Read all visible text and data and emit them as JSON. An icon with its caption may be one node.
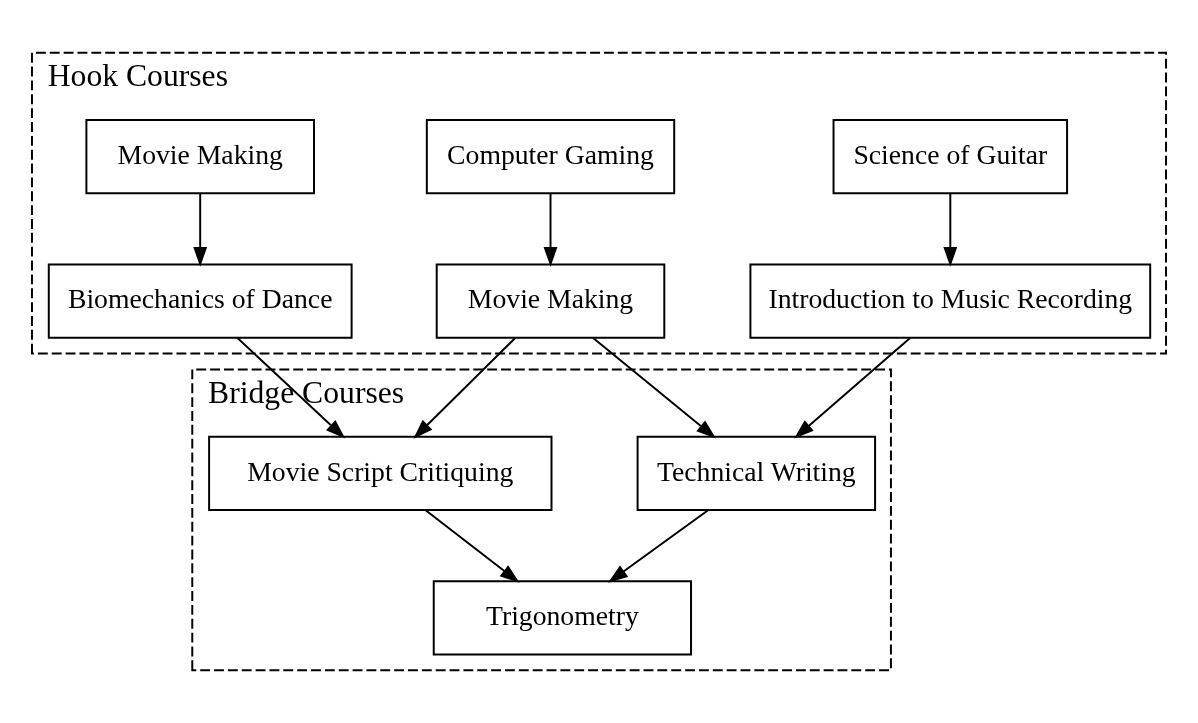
{
  "diagram": {
    "nodes": [
      {
        "text": [
          "Hook Courses"
        ]
      },
      {
        "text": [
          "Science of Guitar"
        ],
        "in": 0
      },
      {
        "text": [
          "Computer Gaming"
        ],
        "in": 0
      },
      {
        "text": [
          "Movie Making"
        ],
        "in": 0
      },
      {
        "text": [
          "Introduction to Music Recording"
        ],
        "in": 0
      },
      {
        "text": [
          "Movie Making"
        ],
        "in": 0
      },
      {
        "text": [
          "Biomechanics of Dance"
        ],
        "in": 0
      },
      {
        "text": [
          "Bridge Courses"
        ]
      },
      {
        "text": [
          "Technical Writing"
        ],
        "in": 7
      },
      {
        "text": [
          "Movie Script Critiquing"
        ],
        "in": 7
      },
      {
        "text": [
          "Trigonometry"
        ],
        "in": 7
      }
    ],
    "edges": [
      {
        "from": 1,
        "to": 4,
        "arrow": "to"
      },
      {
        "from": 2,
        "to": 5,
        "arrow": "to"
      },
      {
        "from": 3,
        "to": 6,
        "arrow": "to"
      },
      {
        "from": 4,
        "to": 8,
        "arrow": "to"
      },
      {
        "from": 5,
        "to": 8,
        "arrow": "to"
      },
      {
        "from": 5,
        "to": 9,
        "arrow": "to"
      },
      {
        "from": 6,
        "to": 9,
        "arrow": "to"
      },
      {
        "from": 8,
        "to": 10,
        "arrow": "to"
      },
      {
        "from": 9,
        "to": 10,
        "arrow": "to"
      }
    ]
  }
}
